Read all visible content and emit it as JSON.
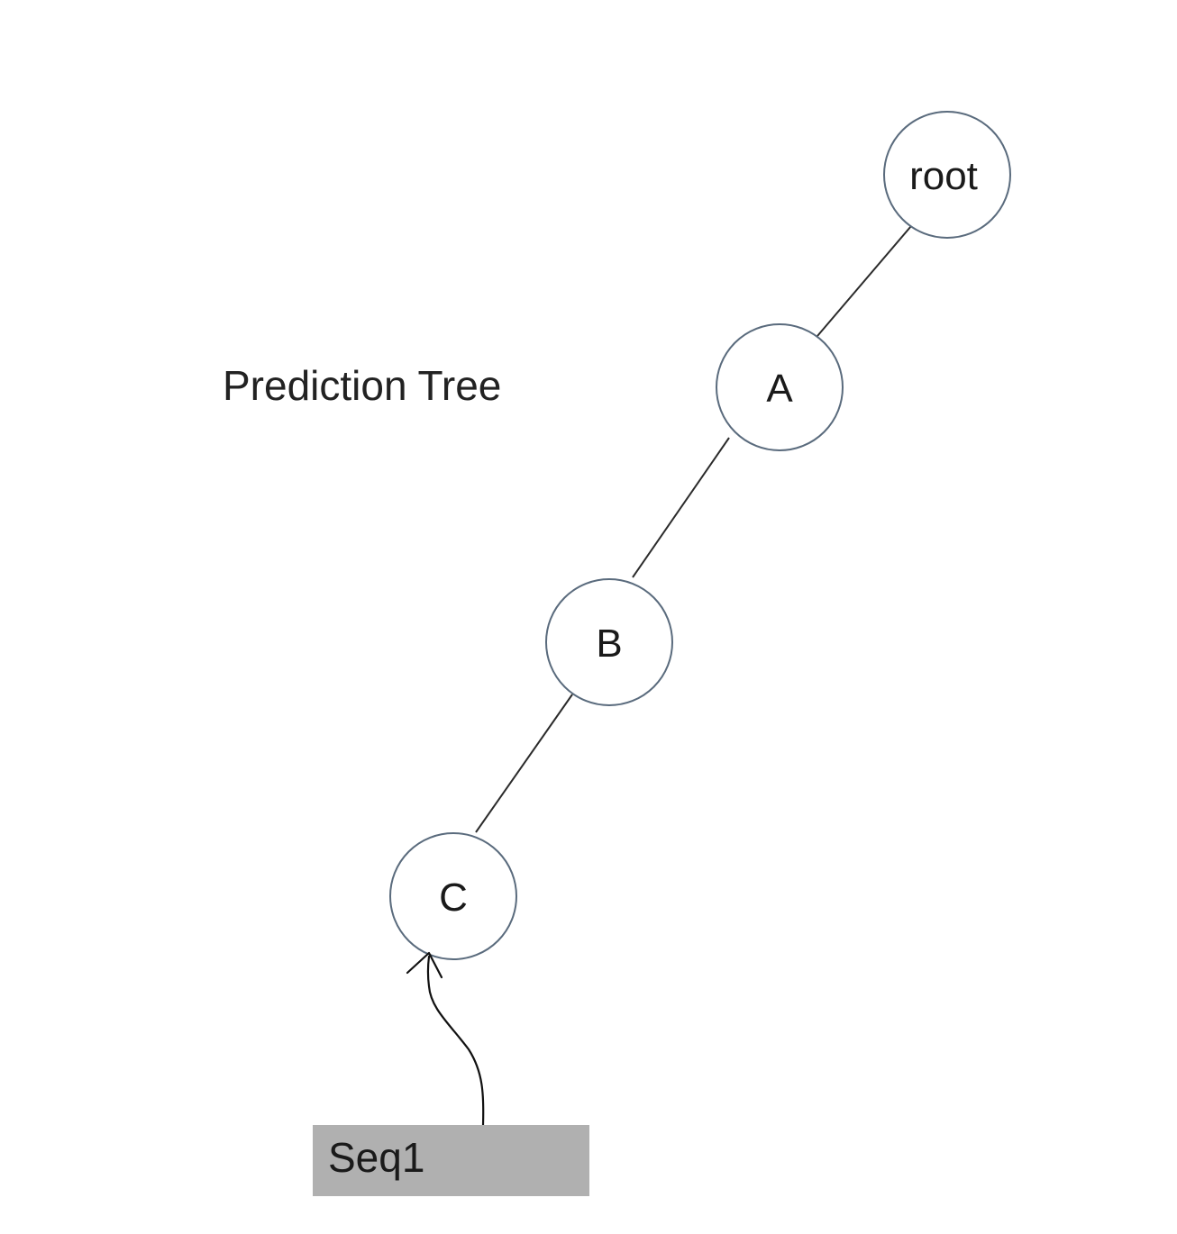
{
  "diagram": {
    "title": "Prediction Tree",
    "nodes": {
      "root": "root",
      "a": "A",
      "b": "B",
      "c": "C"
    },
    "sequence_label": "Seq1",
    "colors": {
      "node_stroke": "#5a6b7d",
      "edge": "#2b2b2b",
      "sequence_box": "#b0b0b0"
    }
  }
}
